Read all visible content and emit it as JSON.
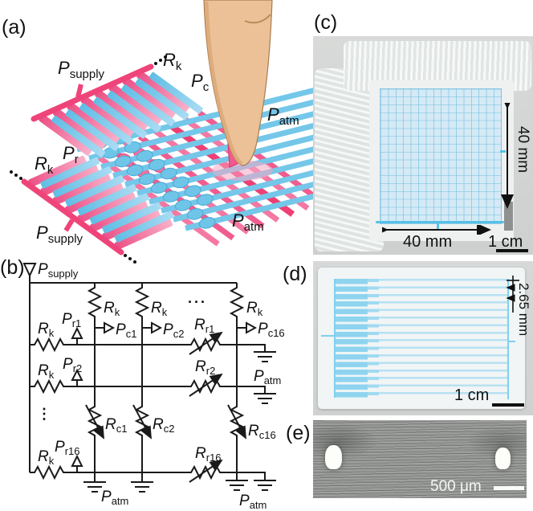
{
  "colors": {
    "pink": "#ef4479",
    "pink_light": "#f9b1ca",
    "blue": "#74c7e9",
    "blue_light": "#aadcf3",
    "skin": "#ecc198",
    "circuit_ink": "#1a1a1a"
  },
  "panels": {
    "a": "(a)",
    "b": "(b)",
    "c": "(c)",
    "d": "(d)",
    "e": "(e)"
  },
  "schematic": {
    "labels": {
      "p_supply_top": {
        "main": "P",
        "sub": "supply"
      },
      "p_supply_bottom": {
        "main": "P",
        "sub": "supply"
      },
      "r_k_top": {
        "main": "R",
        "sub": "k"
      },
      "r_k_left": {
        "main": "R",
        "sub": "k"
      },
      "p_c": {
        "main": "P",
        "sub": "c"
      },
      "p_r": {
        "main": "P",
        "sub": "r"
      },
      "p_atm_right": {
        "main": "P",
        "sub": "atm"
      },
      "p_atm_bottom": {
        "main": "P",
        "sub": "atm"
      }
    }
  },
  "circuit": {
    "labels": {
      "p_supply": {
        "main": "P",
        "sub": "supply"
      },
      "r_k": {
        "main": "R",
        "sub": "k"
      },
      "h_dots": "···",
      "v_dots": "⋮",
      "p_r1": {
        "main": "P",
        "sub": "r1"
      },
      "p_r2": {
        "main": "P",
        "sub": "r2"
      },
      "p_r16": {
        "main": "P",
        "sub": "r16"
      },
      "p_c1": {
        "main": "P",
        "sub": "c1"
      },
      "p_c2": {
        "main": "P",
        "sub": "c2"
      },
      "p_c16": {
        "main": "P",
        "sub": "c16"
      },
      "r_r1": {
        "main": "R",
        "sub": "r1"
      },
      "r_r2": {
        "main": "R",
        "sub": "r2"
      },
      "r_r16": {
        "main": "R",
        "sub": "r16"
      },
      "r_c1": {
        "main": "R",
        "sub": "c1"
      },
      "r_c2": {
        "main": "R",
        "sub": "c2"
      },
      "r_c16": {
        "main": "R",
        "sub": "c16"
      },
      "p_atm": {
        "main": "P",
        "sub": "atm"
      }
    }
  },
  "photo_c": {
    "dim_right": "40 mm",
    "dim_bottom": "40 mm",
    "scale_bar": "1 cm"
  },
  "photo_d": {
    "channel_pitch": "2.65 mm",
    "scale_bar": "1 cm"
  },
  "photo_e": {
    "scale_bar": "500 μm"
  }
}
